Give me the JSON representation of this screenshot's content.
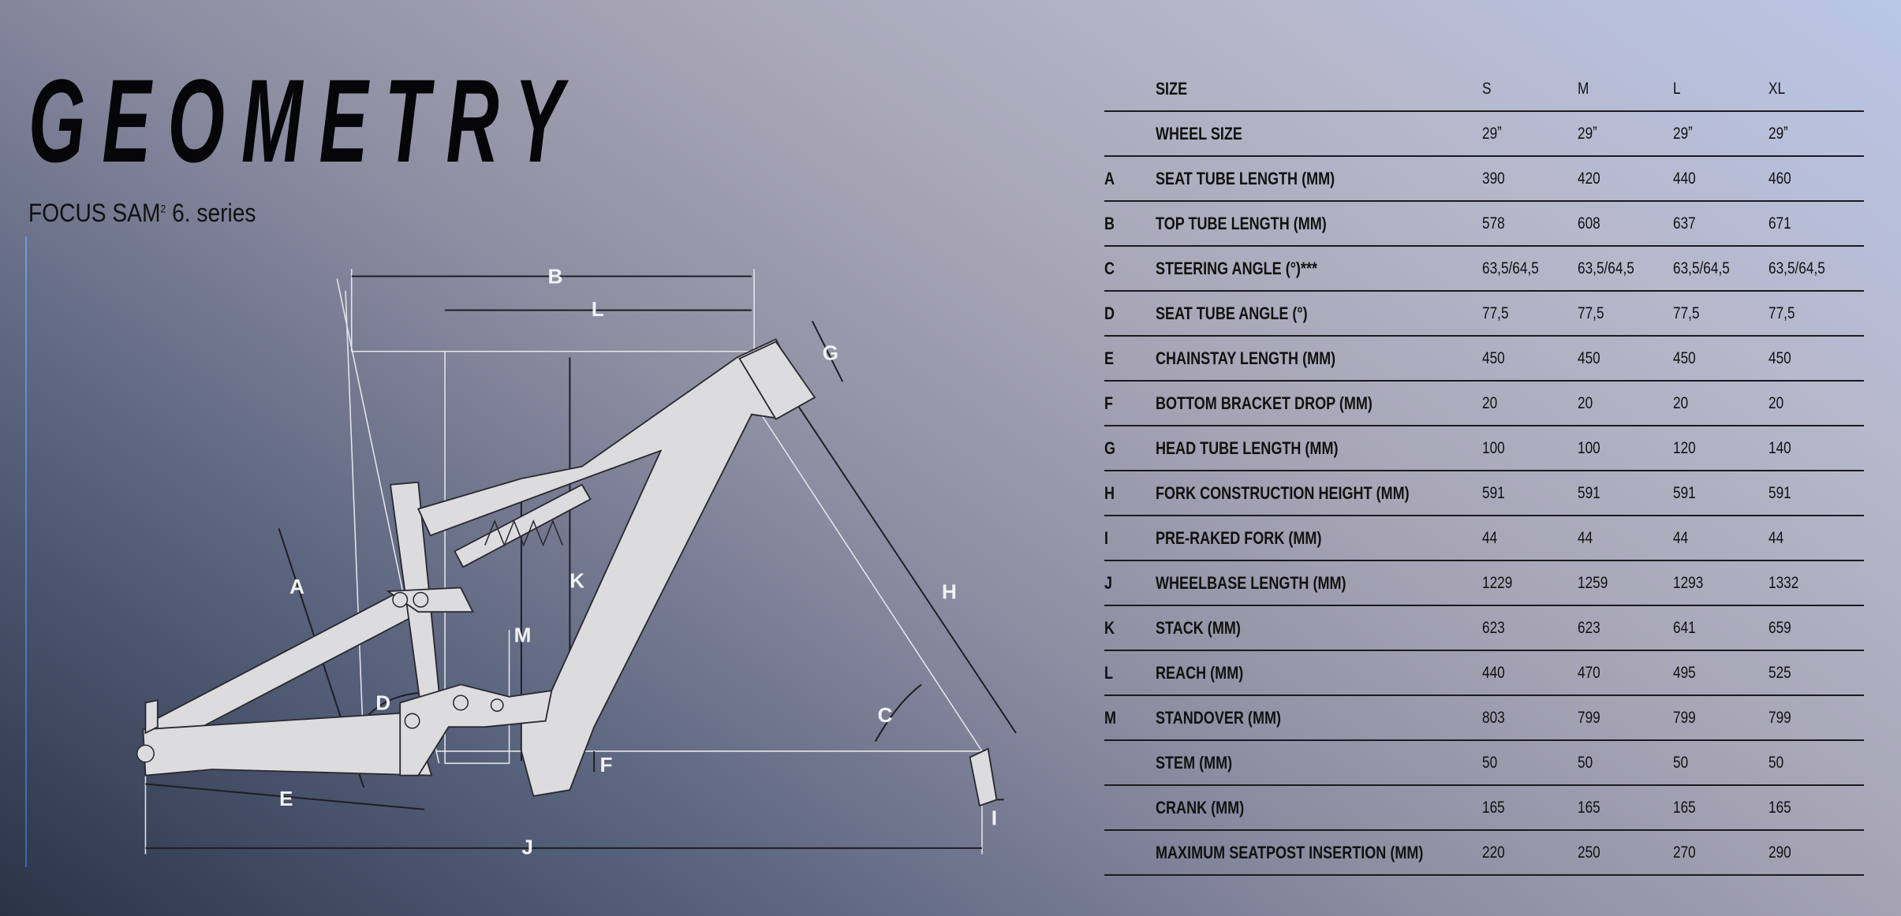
{
  "title": "GEOMETRY",
  "subtitle": {
    "model": "FOCUS SAM",
    "sup": "2",
    "series": "6. series"
  },
  "diagram_labels": {
    "A": "A",
    "B": "B",
    "C": "C",
    "D": "D",
    "E": "E",
    "F": "F",
    "G": "G",
    "H": "H",
    "I": "I",
    "J": "J",
    "K": "K",
    "L": "L",
    "M": "M"
  },
  "table": {
    "header": {
      "letter": "",
      "label": "SIZE",
      "sizes": [
        "S",
        "M",
        "L",
        "XL"
      ]
    },
    "rows": [
      {
        "letter": "",
        "label": "WHEEL SIZE",
        "values": [
          "29ˮ",
          "29ˮ",
          "29ˮ",
          "29ˮ"
        ]
      },
      {
        "letter": "A",
        "label": "SEAT TUBE LENGTH (MM)",
        "values": [
          "390",
          "420",
          "440",
          "460"
        ]
      },
      {
        "letter": "B",
        "label": "TOP TUBE LENGTH (MM)",
        "values": [
          "578",
          "608",
          "637",
          "671"
        ]
      },
      {
        "letter": "C",
        "label": "STEERING ANGLE (°)***",
        "values": [
          "63,5/64,5",
          "63,5/64,5",
          "63,5/64,5",
          "63,5/64,5"
        ]
      },
      {
        "letter": "D",
        "label": "SEAT TUBE ANGLE (°)",
        "values": [
          "77,5",
          "77,5",
          "77,5",
          "77,5"
        ]
      },
      {
        "letter": "E",
        "label": "CHAINSTAY LENGTH (MM)",
        "values": [
          "450",
          "450",
          "450",
          "450"
        ]
      },
      {
        "letter": "F",
        "label": "BOTTOM BRACKET DROP (MM)",
        "values": [
          "20",
          "20",
          "20",
          "20"
        ]
      },
      {
        "letter": "G",
        "label": "HEAD TUBE LENGTH (MM)",
        "values": [
          "100",
          "100",
          "120",
          "140"
        ]
      },
      {
        "letter": "H",
        "label": "FORK CONSTRUCTION HEIGHT (MM)",
        "values": [
          "591",
          "591",
          "591",
          "591"
        ]
      },
      {
        "letter": "I",
        "label": "PRE-RAKED FORK (MM)",
        "values": [
          "44",
          "44",
          "44",
          "44"
        ]
      },
      {
        "letter": "J",
        "label": "WHEELBASE LENGTH (MM)",
        "values": [
          "1229",
          "1259",
          "1293",
          "1332"
        ]
      },
      {
        "letter": "K",
        "label": "STACK (MM)",
        "values": [
          "623",
          "623",
          "641",
          "659"
        ]
      },
      {
        "letter": "L",
        "label": "REACH (MM)",
        "values": [
          "440",
          "470",
          "495",
          "525"
        ]
      },
      {
        "letter": "M",
        "label": "STANDOVER (MM)",
        "values": [
          "803",
          "799",
          "799",
          "799"
        ]
      },
      {
        "letter": "",
        "label": "STEM (MM)",
        "values": [
          "50",
          "50",
          "50",
          "50"
        ]
      },
      {
        "letter": "",
        "label": "CRANK (MM)",
        "values": [
          "165",
          "165",
          "165",
          "165"
        ]
      },
      {
        "letter": "",
        "label": "MAXIMUM SEATPOST INSERTION (MM)",
        "values": [
          "220",
          "250",
          "270",
          "290"
        ]
      }
    ]
  }
}
